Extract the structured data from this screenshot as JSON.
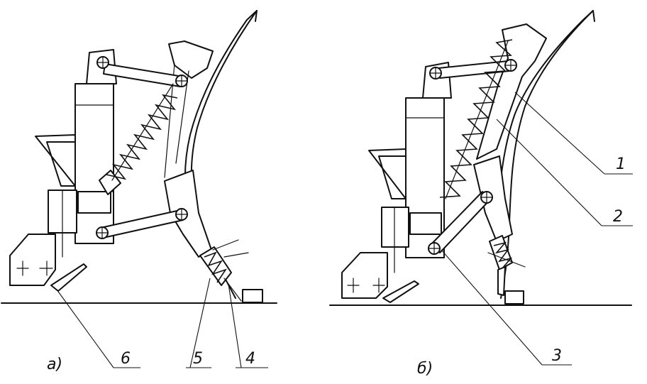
{
  "figure": {
    "variant_a_caption": "а)",
    "variant_b_caption": "б)",
    "callouts": {
      "one": "1",
      "two": "2",
      "three": "3",
      "four": "4",
      "five": "5",
      "six": "6"
    }
  }
}
